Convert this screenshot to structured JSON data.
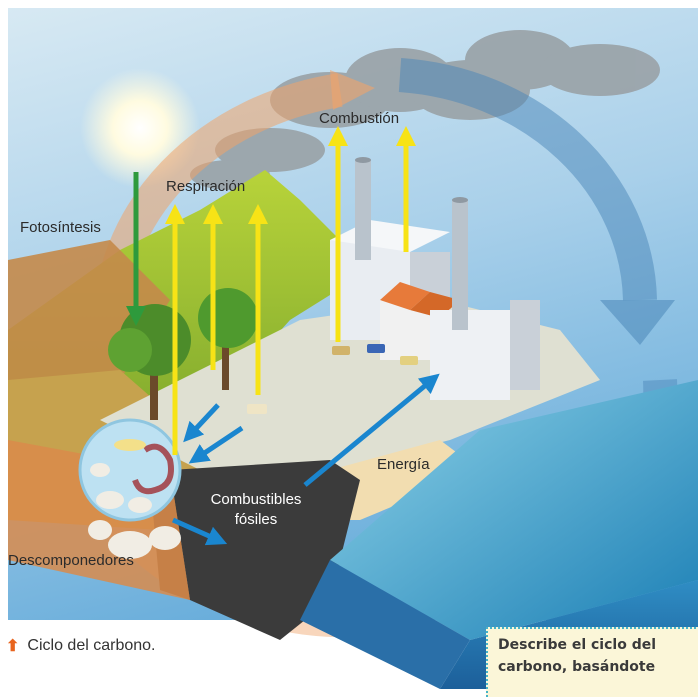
{
  "labels": {
    "combustion": "Combustión",
    "respiration": "Respiración",
    "photosynthesis": "Fotosíntesis",
    "energy": "Energía",
    "fossil_fuels_line1": "Combustibles",
    "fossil_fuels_line2": "fósiles",
    "decomposers": "Descomponedores"
  },
  "caption": {
    "icon": "up-arrow-icon",
    "text": "Ciclo del carbono."
  },
  "activity": {
    "line1": "Describe el ciclo del",
    "line2": "carbono, basándote"
  },
  "colors": {
    "arrow_yellow": "#f7e316",
    "arrow_green": "#2e9a3c",
    "arrow_blue": "#1a86cf",
    "cycle_orange": "#f0a46a",
    "cycle_blue": "#4a86b8",
    "sea": "#2c95c4",
    "sky": "#9fcbe6"
  }
}
